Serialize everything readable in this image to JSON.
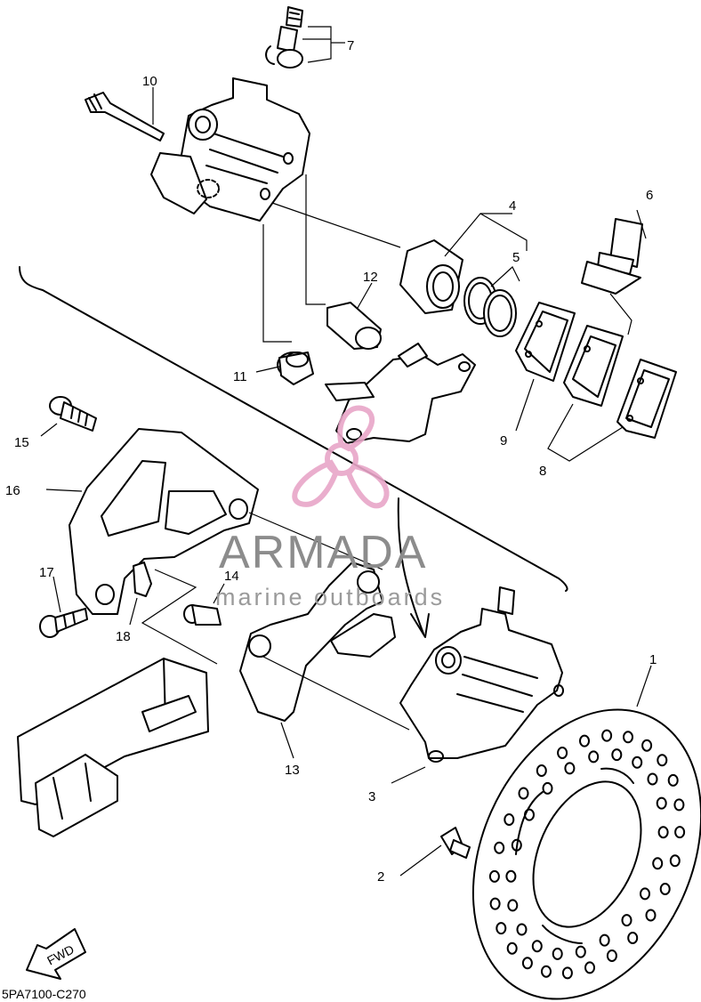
{
  "callouts": [
    {
      "id": "1",
      "text": "1"
    },
    {
      "id": "2",
      "text": "2"
    },
    {
      "id": "3",
      "text": "3"
    },
    {
      "id": "4",
      "text": "4"
    },
    {
      "id": "5",
      "text": "5"
    },
    {
      "id": "6",
      "text": "6"
    },
    {
      "id": "7",
      "text": "7"
    },
    {
      "id": "8",
      "text": "8"
    },
    {
      "id": "9",
      "text": "9"
    },
    {
      "id": "10",
      "text": "10"
    },
    {
      "id": "11",
      "text": "11"
    },
    {
      "id": "12",
      "text": "12"
    },
    {
      "id": "13",
      "text": "13"
    },
    {
      "id": "14",
      "text": "14"
    },
    {
      "id": "15",
      "text": "15"
    },
    {
      "id": "16",
      "text": "16"
    },
    {
      "id": "17",
      "text": "17"
    },
    {
      "id": "18",
      "text": "18"
    }
  ],
  "fwd_label": "FWD",
  "diagram_code": "5PA7100-C270",
  "watermark": {
    "brand": "ARMADA",
    "tagline": "marine outboards",
    "logo_color": "#e8a6c8",
    "text_color": "#8c8c8c"
  }
}
